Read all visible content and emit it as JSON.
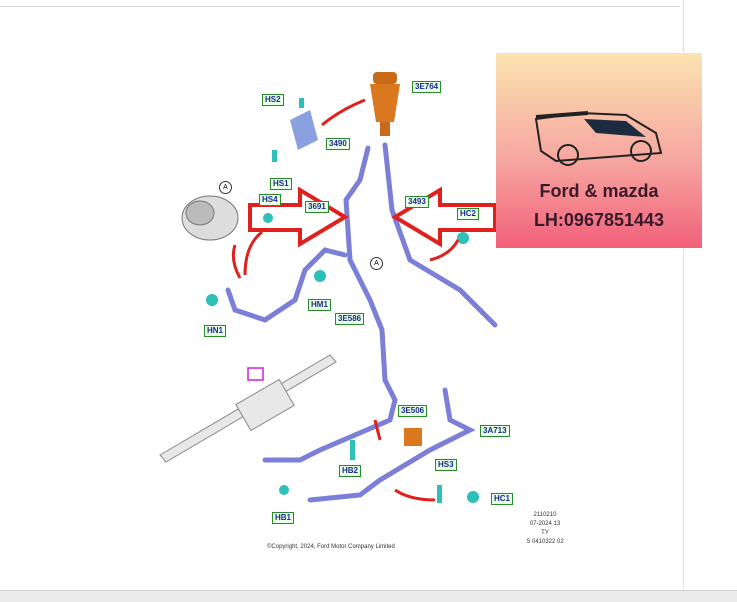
{
  "diagram": {
    "labels": {
      "hs2": "HS2",
      "e764": "3E764",
      "p3490": "3490",
      "hs1": "HS1",
      "hs4": "HS4",
      "p3691": "3691",
      "p3493": "3493",
      "hc2": "HC2",
      "hm1": "HM1",
      "hn1": "HN1",
      "e586": "3E586",
      "e506": "3E506",
      "a713": "3A713",
      "hb2": "HB2",
      "hs3": "HS3",
      "hc1": "HC1",
      "hb1": "HB1"
    },
    "callout_a": "A",
    "copyright": "©Copyright, 2024, Ford Motor Company Limited",
    "codes": [
      "2110210",
      "07-2024 13",
      "TY",
      "S 0410322 02"
    ]
  },
  "promo": {
    "title": "Ford & mazda",
    "phone": "LH:0967851443"
  },
  "colors": {
    "hose": "#7b7fd8",
    "arrow": "#e0201c",
    "part": "#d9781e",
    "clip": "#2cc0b8"
  }
}
